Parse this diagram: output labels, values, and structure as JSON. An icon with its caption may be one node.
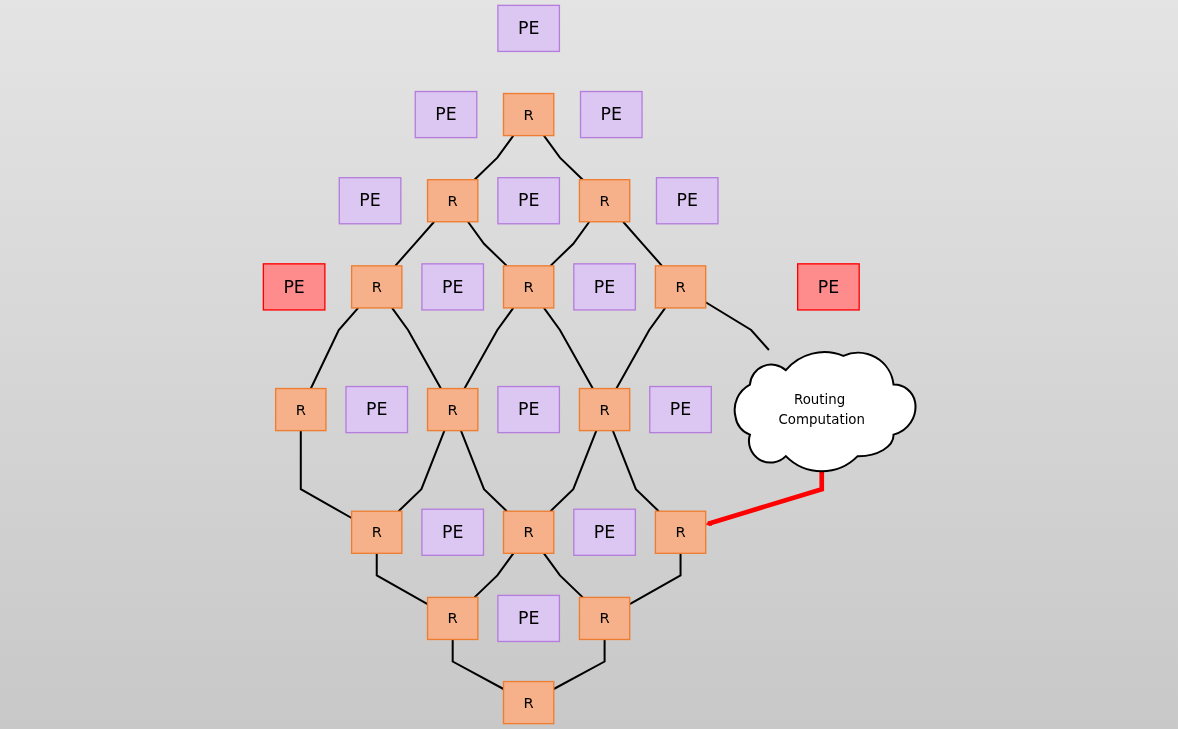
{
  "diagram": {
    "nodes": [
      {
        "text": [
          "PE"
        ]
      },
      {
        "text": [
          "PE"
        ]
      },
      {
        "text": [
          "PE"
        ]
      },
      {
        "text": [
          "PE"
        ]
      },
      {
        "text": [
          "R"
        ]
      },
      {
        "text": [
          "R"
        ]
      },
      {
        "text": [
          "R"
        ]
      },
      {
        "text": [
          "R"
        ]
      },
      {
        "text": [
          "PE"
        ]
      },
      {
        "text": [
          "PE"
        ]
      },
      {
        "text": [
          "PE"
        ]
      },
      {
        "text": [
          "PE"
        ]
      },
      {
        "text": [
          "R"
        ]
      },
      {
        "text": [
          "R"
        ]
      },
      {
        "text": [
          "R"
        ]
      },
      {
        "text": [
          "R"
        ]
      },
      {
        "text": [
          "PE"
        ]
      },
      {
        "text": [
          "PE"
        ]
      },
      {
        "text": [
          "PE"
        ]
      },
      {
        "text": [
          "PE"
        ]
      },
      {
        "text": [
          "R"
        ]
      },
      {
        "text": [
          "R"
        ]
      },
      {
        "text": [
          "R"
        ]
      },
      {
        "text": [
          "R"
        ]
      },
      {
        "text": [
          "PE"
        ]
      },
      {
        "text": [
          "PE"
        ]
      },
      {
        "text": [
          "PE"
        ]
      },
      {
        "text": [
          "PE"
        ]
      },
      {
        "text": [
          "R"
        ]
      },
      {
        "text": [
          "R"
        ]
      },
      {
        "text": [
          "R"
        ]
      },
      {
        "text": [
          "Routing Computation"
        ]
      }
    ],
    "edges": [
      {
        "from": 4,
        "to": 5,
        "arrow": "none"
      },
      {
        "from": 5,
        "to": 6,
        "arrow": "none"
      },
      {
        "from": 6,
        "to": 7,
        "arrow": "none"
      },
      {
        "from": 12,
        "to": 13,
        "arrow": "none"
      },
      {
        "from": 13,
        "to": 14,
        "arrow": "none"
      },
      {
        "from": 14,
        "to": 15,
        "arrow": "none"
      },
      {
        "from": 20,
        "to": 21,
        "arrow": "none"
      },
      {
        "from": 21,
        "to": 22,
        "arrow": "none"
      },
      {
        "from": 22,
        "to": 23,
        "arrow": "none"
      },
      {
        "from": 28,
        "to": 29,
        "arrow": "none"
      },
      {
        "from": 29,
        "to": 30,
        "arrow": "none"
      },
      {
        "from": 4,
        "to": 12,
        "arrow": "none"
      },
      {
        "from": 12,
        "to": 20,
        "arrow": "none"
      },
      {
        "from": 20,
        "to": 31,
        "arrow": "none"
      },
      {
        "from": 5,
        "to": 13,
        "arrow": "none"
      },
      {
        "from": 13,
        "to": 21,
        "arrow": "none"
      },
      {
        "from": 21,
        "to": 28,
        "arrow": "none"
      },
      {
        "from": 6,
        "to": 14,
        "arrow": "none"
      },
      {
        "from": 14,
        "to": 22,
        "arrow": "none"
      },
      {
        "from": 22,
        "to": 29,
        "arrow": "none"
      },
      {
        "from": 7,
        "to": 15,
        "arrow": "none"
      },
      {
        "from": 15,
        "to": 23,
        "arrow": "none"
      },
      {
        "from": 23,
        "to": 30,
        "arrow": "none"
      },
      {
        "from": 31,
        "to": 28,
        "arrow": "to",
        "style": "thick",
        "color": "#ff0000"
      }
    ]
  }
}
